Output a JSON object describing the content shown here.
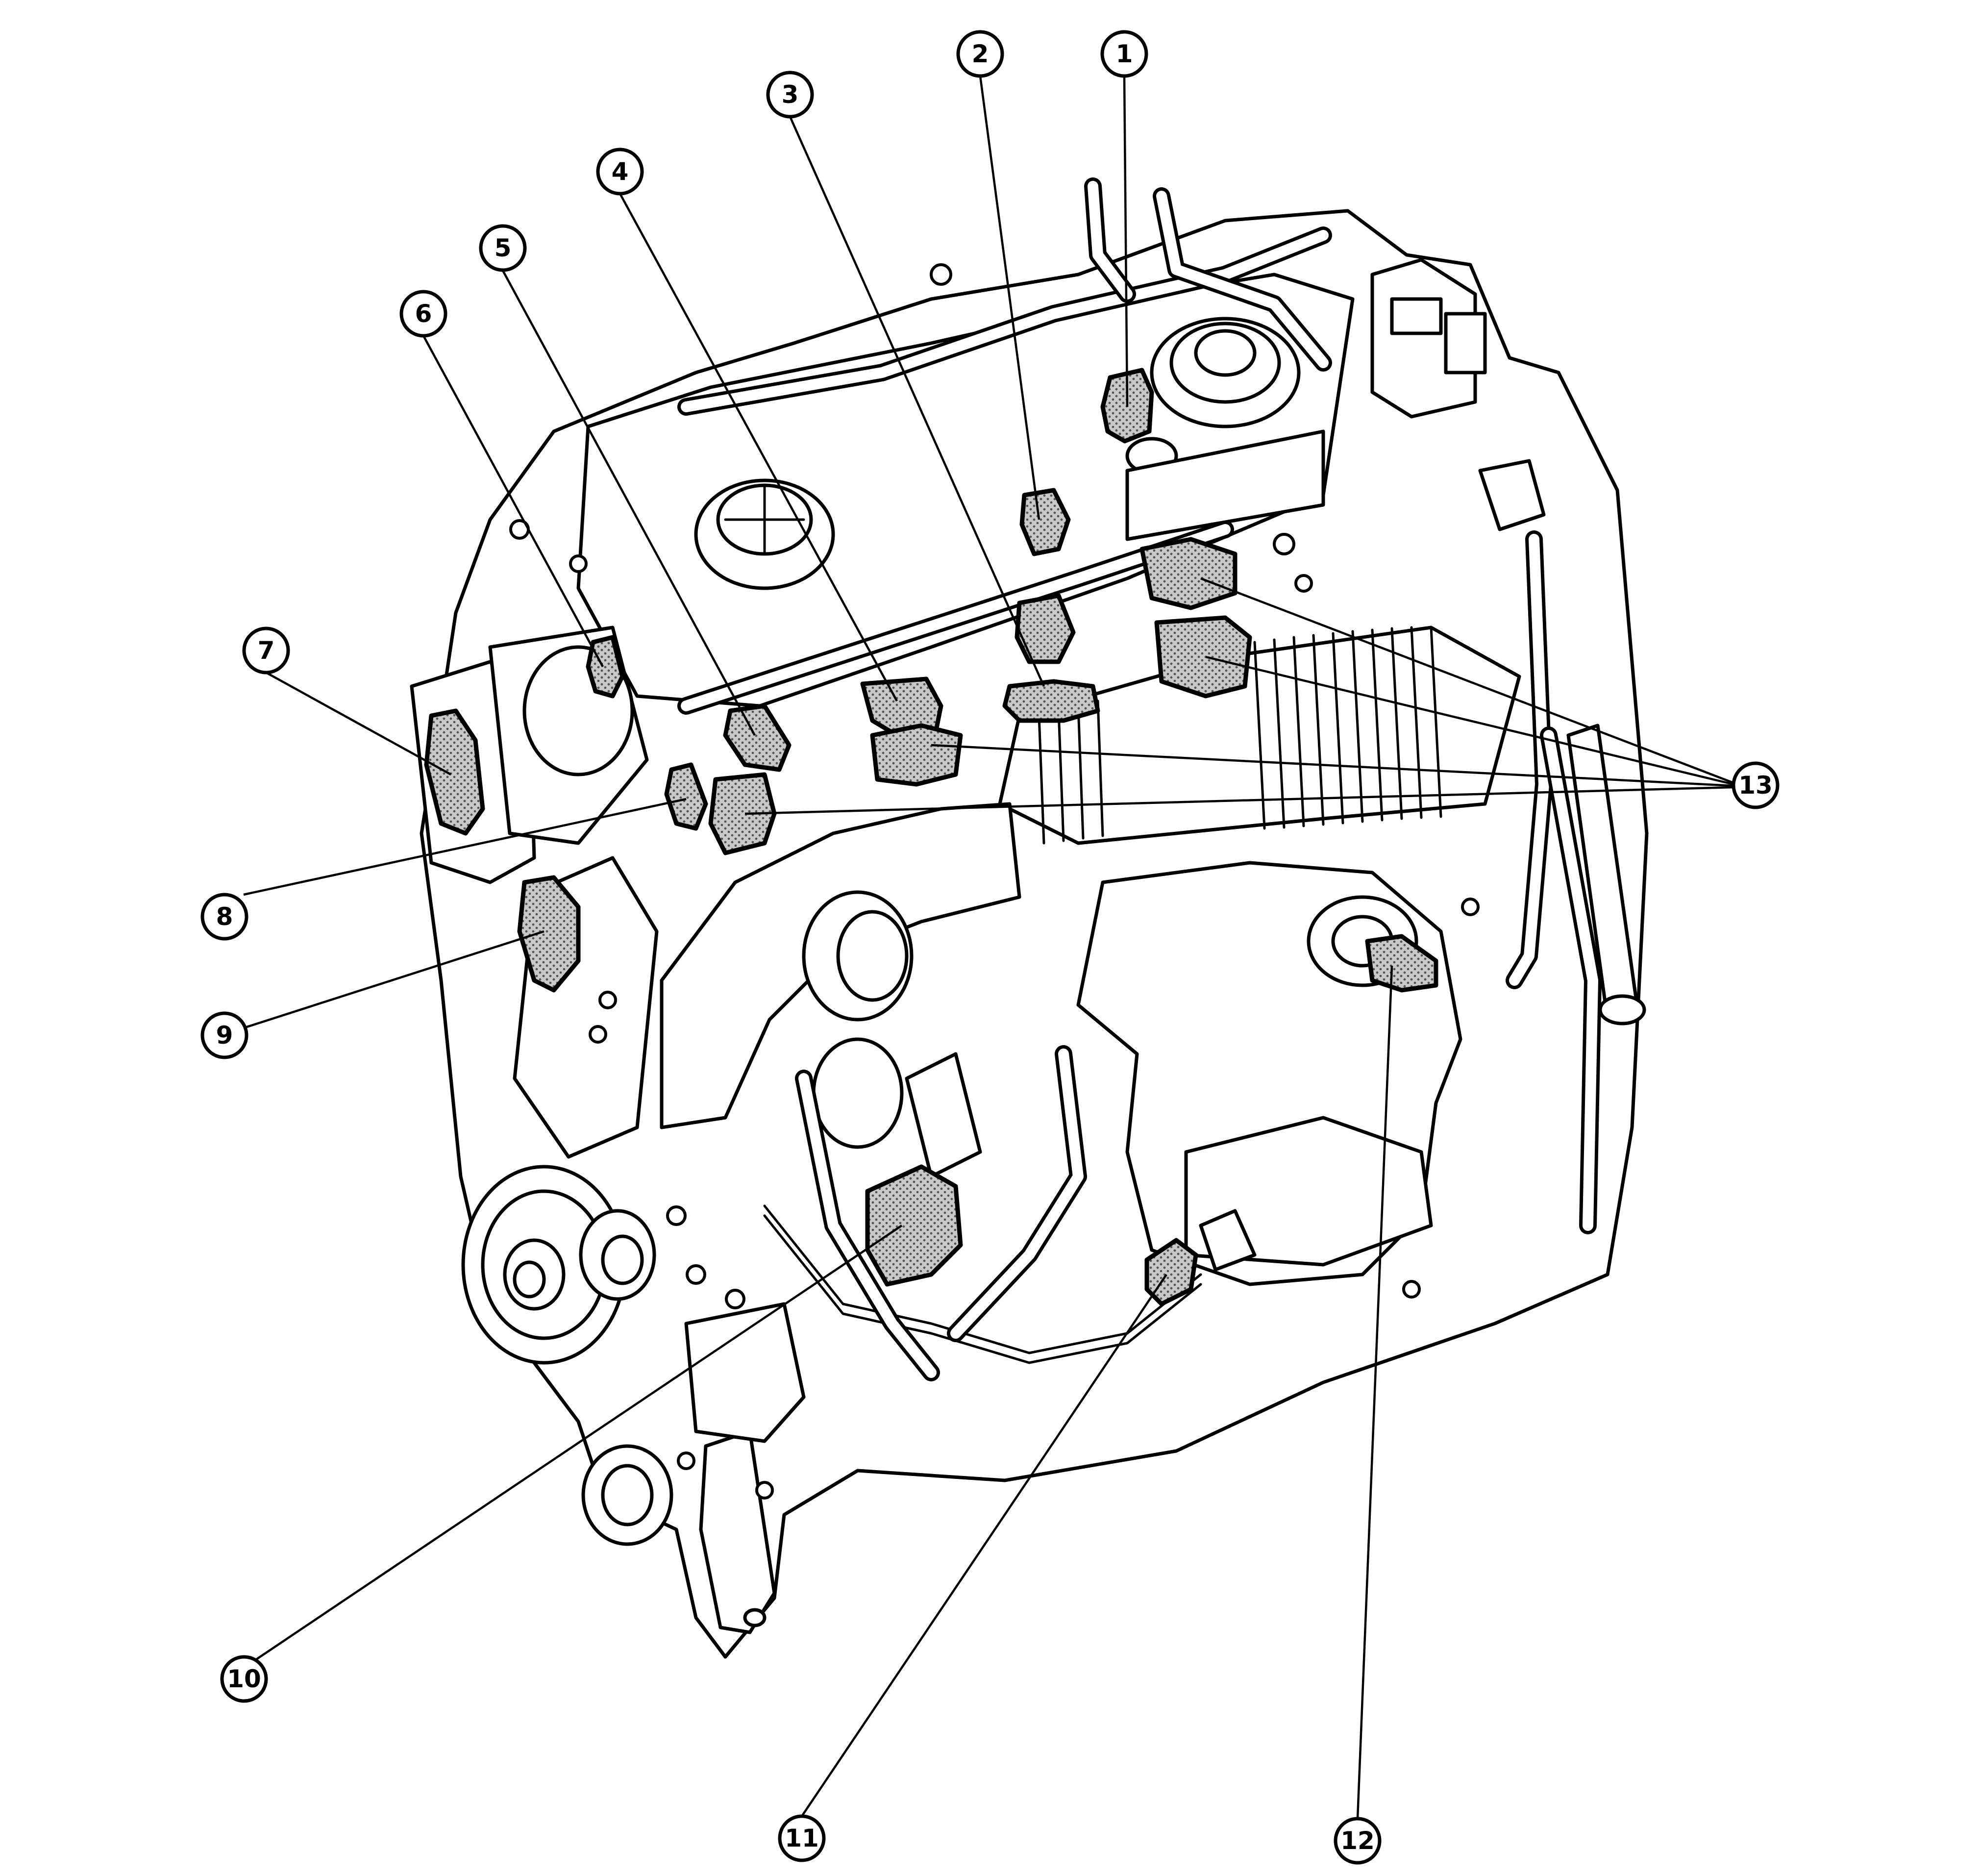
{
  "figure": {
    "kind": "engine-component-location-diagram",
    "part_fill": "stippled-gray",
    "line_color": "#000000",
    "background": "#ffffff"
  },
  "callouts": [
    {
      "id": "c1",
      "label": "1"
    },
    {
      "id": "c2",
      "label": "2"
    },
    {
      "id": "c3",
      "label": "3"
    },
    {
      "id": "c4",
      "label": "4"
    },
    {
      "id": "c5",
      "label": "5"
    },
    {
      "id": "c6",
      "label": "6"
    },
    {
      "id": "c7",
      "label": "7"
    },
    {
      "id": "c8",
      "label": "8"
    },
    {
      "id": "c9",
      "label": "9"
    },
    {
      "id": "c10",
      "label": "10"
    },
    {
      "id": "c11",
      "label": "11"
    },
    {
      "id": "c12",
      "label": "12"
    },
    {
      "id": "c13",
      "label": "13"
    }
  ]
}
